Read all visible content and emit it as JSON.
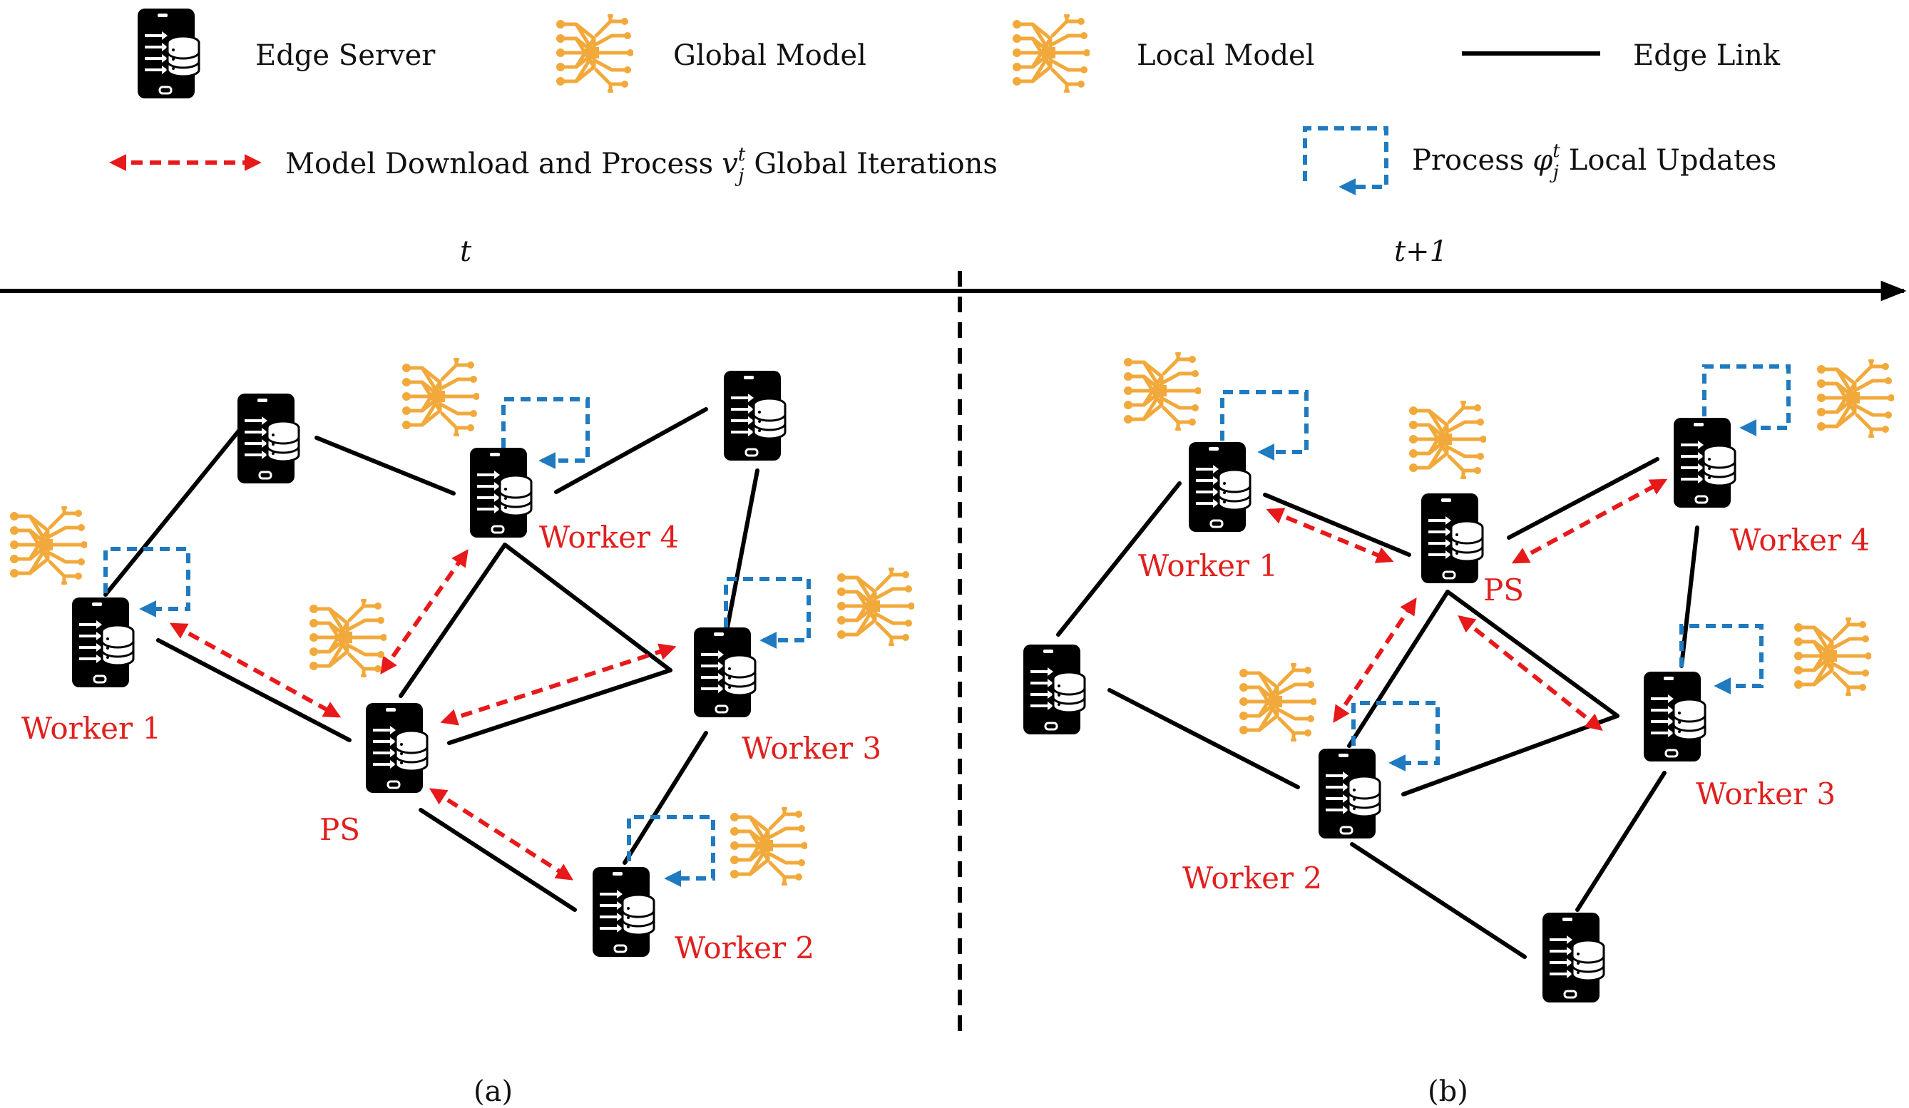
{
  "legend": {
    "edge_server": "Edge Server",
    "global_model": "Global Model",
    "local_model": "Local Model",
    "edge_link": "Edge Link",
    "download_prefix": "Model Download and Process",
    "download_var": "v",
    "download_sup": "t",
    "download_sub": "j",
    "download_suffix": "Global Iterations",
    "local_prefix": "Process",
    "local_var": "φ",
    "local_sup": "t",
    "local_sub": "j",
    "local_suffix": "Local Updates"
  },
  "timeline": {
    "left_label": "t",
    "right_label": "t+1"
  },
  "colors": {
    "model_icon": "#f2a93b",
    "download_arrow": "#e8191a",
    "local_loop": "#1f7ac0",
    "worker_label": "#e0201e",
    "server": "#000000"
  },
  "panels": [
    {
      "caption": "(a)",
      "labels": {
        "w1": "Worker 1",
        "w2": "Worker 2",
        "w3": "Worker 3",
        "w4": "Worker 4",
        "ps": "PS"
      }
    },
    {
      "caption": "(b)",
      "labels": {
        "w1": "Worker 1",
        "w2": "Worker 2",
        "w3": "Worker 3",
        "w4": "Worker 4",
        "ps": "PS"
      }
    }
  ]
}
